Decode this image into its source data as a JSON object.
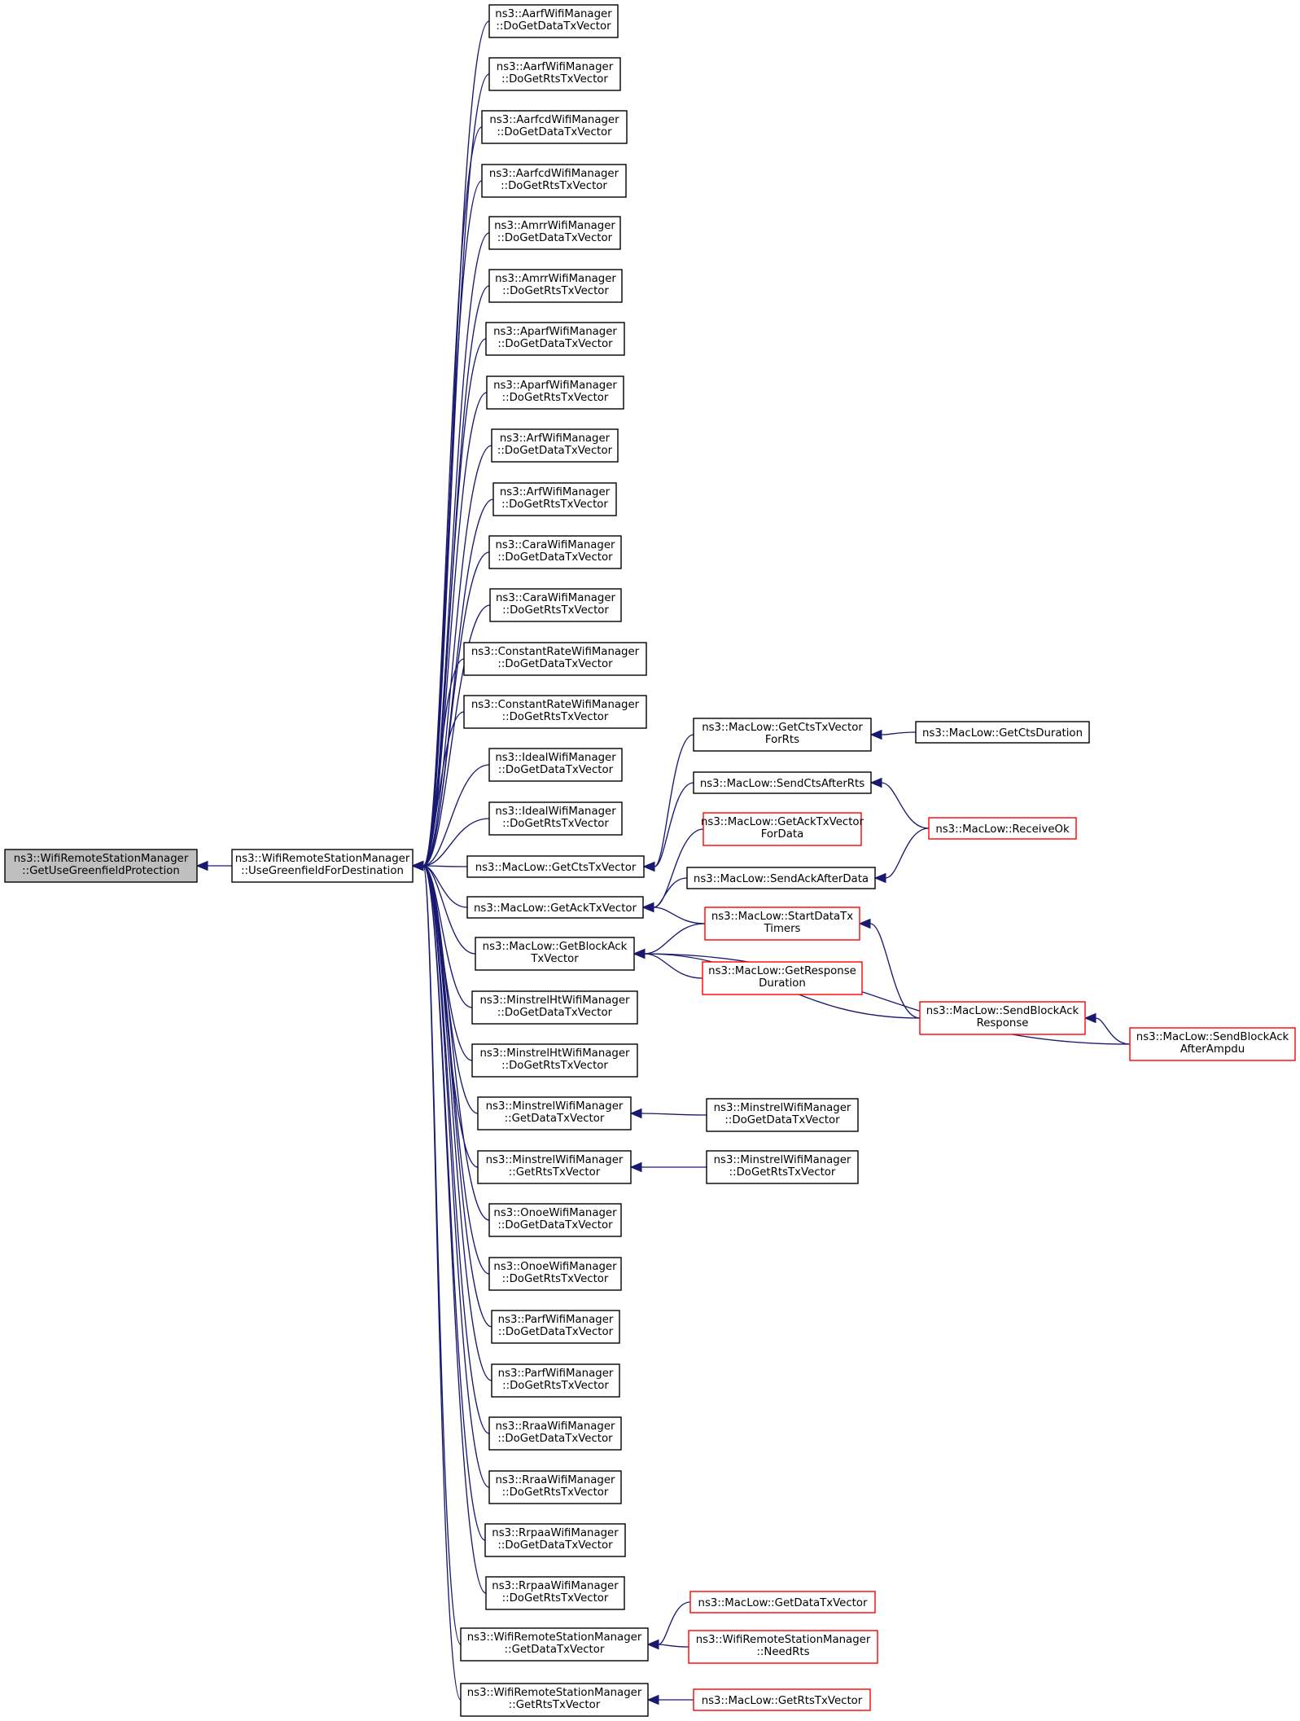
{
  "colors": {
    "edge": "#191970",
    "node_border": "#000000",
    "node_border_red": "#ff0000",
    "root_fill": "#bfbfbf",
    "node_fill": "#ffffff"
  },
  "nodes": [
    {
      "id": "root",
      "lines": [
        "ns3::WifiRemoteStationManager",
        "::GetUseGreenfieldProtection"
      ],
      "style": "root"
    },
    {
      "id": "ugfd",
      "lines": [
        "ns3::WifiRemoteStationManager",
        "::UseGreenfieldForDestination"
      ],
      "style": "normal"
    },
    {
      "id": "aarf_data",
      "lines": [
        "ns3::AarfWifiManager",
        "::DoGetDataTxVector"
      ],
      "style": "normal"
    },
    {
      "id": "aarf_rts",
      "lines": [
        "ns3::AarfWifiManager",
        "::DoGetRtsTxVector"
      ],
      "style": "normal"
    },
    {
      "id": "aarfcd_data",
      "lines": [
        "ns3::AarfcdWifiManager",
        "::DoGetDataTxVector"
      ],
      "style": "normal"
    },
    {
      "id": "aarfcd_rts",
      "lines": [
        "ns3::AarfcdWifiManager",
        "::DoGetRtsTxVector"
      ],
      "style": "normal"
    },
    {
      "id": "amrr_data",
      "lines": [
        "ns3::AmrrWifiManager",
        "::DoGetDataTxVector"
      ],
      "style": "normal"
    },
    {
      "id": "amrr_rts",
      "lines": [
        "ns3::AmrrWifiManager",
        "::DoGetRtsTxVector"
      ],
      "style": "normal"
    },
    {
      "id": "aparf_data",
      "lines": [
        "ns3::AparfWifiManager",
        "::DoGetDataTxVector"
      ],
      "style": "normal"
    },
    {
      "id": "aparf_rts",
      "lines": [
        "ns3::AparfWifiManager",
        "::DoGetRtsTxVector"
      ],
      "style": "normal"
    },
    {
      "id": "arf_data",
      "lines": [
        "ns3::ArfWifiManager",
        "::DoGetDataTxVector"
      ],
      "style": "normal"
    },
    {
      "id": "arf_rts",
      "lines": [
        "ns3::ArfWifiManager",
        "::DoGetRtsTxVector"
      ],
      "style": "normal"
    },
    {
      "id": "cara_data",
      "lines": [
        "ns3::CaraWifiManager",
        "::DoGetDataTxVector"
      ],
      "style": "normal"
    },
    {
      "id": "cara_rts",
      "lines": [
        "ns3::CaraWifiManager",
        "::DoGetRtsTxVector"
      ],
      "style": "normal"
    },
    {
      "id": "const_data",
      "lines": [
        "ns3::ConstantRateWifiManager",
        "::DoGetDataTxVector"
      ],
      "style": "normal"
    },
    {
      "id": "const_rts",
      "lines": [
        "ns3::ConstantRateWifiManager",
        "::DoGetRtsTxVector"
      ],
      "style": "normal"
    },
    {
      "id": "ideal_data",
      "lines": [
        "ns3::IdealWifiManager",
        "::DoGetDataTxVector"
      ],
      "style": "normal"
    },
    {
      "id": "ideal_rts",
      "lines": [
        "ns3::IdealWifiManager",
        "::DoGetRtsTxVector"
      ],
      "style": "normal"
    },
    {
      "id": "getcts",
      "lines": [
        "ns3::MacLow::GetCtsTxVector"
      ],
      "style": "normal"
    },
    {
      "id": "getack",
      "lines": [
        "ns3::MacLow::GetAckTxVector"
      ],
      "style": "normal"
    },
    {
      "id": "getblockack",
      "lines": [
        "ns3::MacLow::GetBlockAck",
        "TxVector"
      ],
      "style": "normal"
    },
    {
      "id": "mht_data",
      "lines": [
        "ns3::MinstrelHtWifiManager",
        "::DoGetDataTxVector"
      ],
      "style": "normal"
    },
    {
      "id": "mht_rts",
      "lines": [
        "ns3::MinstrelHtWifiManager",
        "::DoGetRtsTxVector"
      ],
      "style": "normal"
    },
    {
      "id": "minstrel_getdata",
      "lines": [
        "ns3::MinstrelWifiManager",
        "::GetDataTxVector"
      ],
      "style": "normal"
    },
    {
      "id": "minstrel_getrts",
      "lines": [
        "ns3::MinstrelWifiManager",
        "::GetRtsTxVector"
      ],
      "style": "normal"
    },
    {
      "id": "onoe_data",
      "lines": [
        "ns3::OnoeWifiManager",
        "::DoGetDataTxVector"
      ],
      "style": "normal"
    },
    {
      "id": "onoe_rts",
      "lines": [
        "ns3::OnoeWifiManager",
        "::DoGetRtsTxVector"
      ],
      "style": "normal"
    },
    {
      "id": "parf_data",
      "lines": [
        "ns3::ParfWifiManager",
        "::DoGetDataTxVector"
      ],
      "style": "normal"
    },
    {
      "id": "parf_rts",
      "lines": [
        "ns3::ParfWifiManager",
        "::DoGetRtsTxVector"
      ],
      "style": "normal"
    },
    {
      "id": "rraa_data",
      "lines": [
        "ns3::RraaWifiManager",
        "::DoGetDataTxVector"
      ],
      "style": "normal"
    },
    {
      "id": "rraa_rts",
      "lines": [
        "ns3::RraaWifiManager",
        "::DoGetRtsTxVector"
      ],
      "style": "normal"
    },
    {
      "id": "rrpaa_data",
      "lines": [
        "ns3::RrpaaWifiManager",
        "::DoGetDataTxVector"
      ],
      "style": "normal"
    },
    {
      "id": "rrpaa_rts",
      "lines": [
        "ns3::RrpaaWifiManager",
        "::DoGetRtsTxVector"
      ],
      "style": "normal"
    },
    {
      "id": "wrsm_getdata",
      "lines": [
        "ns3::WifiRemoteStationManager",
        "::GetDataTxVector"
      ],
      "style": "normal"
    },
    {
      "id": "wrsm_getrts",
      "lines": [
        "ns3::WifiRemoteStationManager",
        "::GetRtsTxVector"
      ],
      "style": "normal"
    },
    {
      "id": "getcts_forrts",
      "lines": [
        "ns3::MacLow::GetCtsTxVector",
        "ForRts"
      ],
      "style": "normal"
    },
    {
      "id": "sendcts",
      "lines": [
        "ns3::MacLow::SendCtsAfterRts"
      ],
      "style": "normal"
    },
    {
      "id": "getack_fordata",
      "lines": [
        "ns3::MacLow::GetAckTxVector",
        "ForData"
      ],
      "style": "red"
    },
    {
      "id": "sendack",
      "lines": [
        "ns3::MacLow::SendAckAfterData"
      ],
      "style": "normal"
    },
    {
      "id": "startdata",
      "lines": [
        "ns3::MacLow::StartDataTx",
        "Timers"
      ],
      "style": "red"
    },
    {
      "id": "getresp",
      "lines": [
        "ns3::MacLow::GetResponse",
        "Duration"
      ],
      "style": "red"
    },
    {
      "id": "minstrel_dodata",
      "lines": [
        "ns3::MinstrelWifiManager",
        "::DoGetDataTxVector"
      ],
      "style": "normal"
    },
    {
      "id": "minstrel_dorts",
      "lines": [
        "ns3::MinstrelWifiManager",
        "::DoGetRtsTxVector"
      ],
      "style": "normal"
    },
    {
      "id": "ml_getdata",
      "lines": [
        "ns3::MacLow::GetDataTxVector"
      ],
      "style": "red"
    },
    {
      "id": "needrts",
      "lines": [
        "ns3::WifiRemoteStationManager",
        "::NeedRts"
      ],
      "style": "red"
    },
    {
      "id": "ml_getrts",
      "lines": [
        "ns3::MacLow::GetRtsTxVector"
      ],
      "style": "red"
    },
    {
      "id": "getctsdur",
      "lines": [
        "ns3::MacLow::GetCtsDuration"
      ],
      "style": "normal"
    },
    {
      "id": "receiveok",
      "lines": [
        "ns3::MacLow::ReceiveOk"
      ],
      "style": "red"
    },
    {
      "id": "sendblockack_resp",
      "lines": [
        "ns3::MacLow::SendBlockAck",
        "Response"
      ],
      "style": "red"
    },
    {
      "id": "sendblockack_ampdu",
      "lines": [
        "ns3::MacLow::SendBlockAck",
        "AfterAmpdu"
      ],
      "style": "red"
    }
  ],
  "edges": [
    [
      "ugfd",
      "root"
    ],
    [
      "aarf_data",
      "ugfd"
    ],
    [
      "aarf_rts",
      "ugfd"
    ],
    [
      "aarfcd_data",
      "ugfd"
    ],
    [
      "aarfcd_rts",
      "ugfd"
    ],
    [
      "amrr_data",
      "ugfd"
    ],
    [
      "amrr_rts",
      "ugfd"
    ],
    [
      "aparf_data",
      "ugfd"
    ],
    [
      "aparf_rts",
      "ugfd"
    ],
    [
      "arf_data",
      "ugfd"
    ],
    [
      "arf_rts",
      "ugfd"
    ],
    [
      "cara_data",
      "ugfd"
    ],
    [
      "cara_rts",
      "ugfd"
    ],
    [
      "const_data",
      "ugfd"
    ],
    [
      "const_rts",
      "ugfd"
    ],
    [
      "ideal_data",
      "ugfd"
    ],
    [
      "ideal_rts",
      "ugfd"
    ],
    [
      "getcts",
      "ugfd"
    ],
    [
      "getack",
      "ugfd"
    ],
    [
      "getblockack",
      "ugfd"
    ],
    [
      "mht_data",
      "ugfd"
    ],
    [
      "mht_rts",
      "ugfd"
    ],
    [
      "minstrel_getdata",
      "ugfd"
    ],
    [
      "minstrel_getrts",
      "ugfd"
    ],
    [
      "onoe_data",
      "ugfd"
    ],
    [
      "onoe_rts",
      "ugfd"
    ],
    [
      "parf_data",
      "ugfd"
    ],
    [
      "parf_rts",
      "ugfd"
    ],
    [
      "rraa_data",
      "ugfd"
    ],
    [
      "rraa_rts",
      "ugfd"
    ],
    [
      "rrpaa_data",
      "ugfd"
    ],
    [
      "rrpaa_rts",
      "ugfd"
    ],
    [
      "wrsm_getdata",
      "ugfd"
    ],
    [
      "wrsm_getrts",
      "ugfd"
    ],
    [
      "getcts_forrts",
      "getcts"
    ],
    [
      "sendcts",
      "getcts"
    ],
    [
      "getack_fordata",
      "getack"
    ],
    [
      "sendack",
      "getack"
    ],
    [
      "startdata",
      "getack"
    ],
    [
      "startdata",
      "getblockack"
    ],
    [
      "getresp",
      "getblockack"
    ],
    [
      "sendblockack_resp",
      "getblockack"
    ],
    [
      "sendblockack_ampdu",
      "getblockack"
    ],
    [
      "minstrel_dodata",
      "minstrel_getdata"
    ],
    [
      "minstrel_dorts",
      "minstrel_getrts"
    ],
    [
      "ml_getdata",
      "wrsm_getdata"
    ],
    [
      "needrts",
      "wrsm_getdata"
    ],
    [
      "ml_getrts",
      "wrsm_getrts"
    ],
    [
      "getctsdur",
      "getcts_forrts"
    ],
    [
      "receiveok",
      "sendcts"
    ],
    [
      "receiveok",
      "sendack"
    ],
    [
      "sendblockack_resp",
      "startdata"
    ],
    [
      "sendblockack_ampdu",
      "sendblockack_resp"
    ]
  ]
}
